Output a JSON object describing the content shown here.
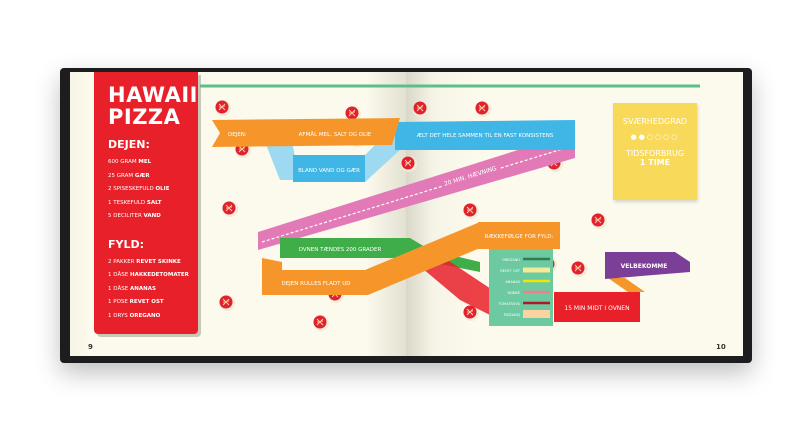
{
  "left_page": {
    "title_line1": "HAWAII",
    "title_line2": "PIZZA",
    "page_number": "9",
    "dough_heading": "DEJEN:",
    "dough_items": [
      {
        "qty": "600 GRAM",
        "item": "MEL"
      },
      {
        "qty": "25 GRAM",
        "item": "GÆR"
      },
      {
        "qty": "2 SPISESKEFULD",
        "item": "OLIE"
      },
      {
        "qty": "1 TESKEFULD",
        "item": "SALT"
      },
      {
        "qty": "5 DECILITER",
        "item": "VAND"
      }
    ],
    "filling_heading": "FYLD:",
    "filling_items": [
      {
        "qty": "2 PAKKER",
        "item": "REVET SKINKE"
      },
      {
        "qty": "1 DÅSE",
        "item": "HAKKEDETOMATER"
      },
      {
        "qty": "1 DÅSE",
        "item": "ANANAS"
      },
      {
        "qty": "1 POSE",
        "item": "REVET OST"
      },
      {
        "qty": "1 DRYS",
        "item": "OREGANO"
      }
    ]
  },
  "right_page": {
    "page_number": "10",
    "difficulty_label": "SVÆRHEDGRAD",
    "difficulty_level": 2,
    "difficulty_max": 6,
    "time_label": "TIDSFORBRUG",
    "time_value": "1 TIME"
  },
  "steps": {
    "dejen_label": "DEJEN:",
    "step1": "AFMÅL MEL, SALT OG OLIE",
    "step2": "BLAND VAND OG GÆR",
    "step3": "ÆLT DET HELE SAMMEN TIL EN FAST KONSISTENS",
    "step4": "20 MIN. HÆVNING",
    "step5": "OVNEN TÆNDES 200 GRADER",
    "step6": "DEJEN RULLES FLADT UD",
    "step7": "RÆKKEFØLGE FOR FYLD:",
    "step8": "15 MIN MIDT I OVNEN",
    "step9": "VELBEKOMME"
  },
  "fill_order": [
    {
      "label": "OREGANO",
      "color": "#2e7d4f"
    },
    {
      "label": "REVET OST",
      "color": "#f3eb9a"
    },
    {
      "label": "ANANAS",
      "color": "#f2e600"
    },
    {
      "label": "SKINKE",
      "color": "#f07f86"
    },
    {
      "label": "TOMATSOVS",
      "color": "#b0182a"
    },
    {
      "label": "PIZZADEJ",
      "color": "#fcd3a0"
    }
  ],
  "colors": {
    "orange": "#f6962a",
    "blue": "#3fb6e6",
    "pink": "#e27ab8",
    "green": "#3fae49",
    "red": "#e8202a",
    "purple": "#7b3f98",
    "yellow": "#f9d95a",
    "teal": "#6dc9a0"
  }
}
